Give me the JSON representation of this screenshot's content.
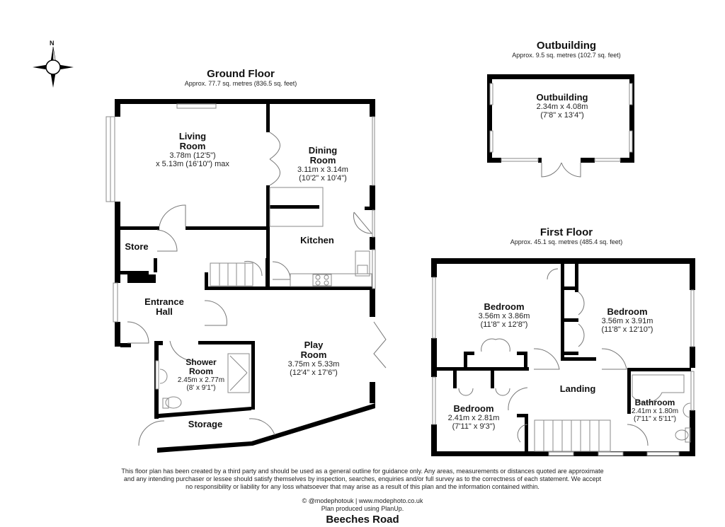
{
  "compass": {
    "icon": "north-compass-icon",
    "label": "N"
  },
  "ground_floor": {
    "title": "Ground Floor",
    "area": "Approx. 77.7 sq. metres (836.5 sq. feet)",
    "rooms": {
      "living_room": {
        "name_line1": "Living",
        "name_line2": "Room",
        "dim1": "3.78m (12'5\")",
        "dim2": "x 5.13m (16'10\") max"
      },
      "dining_room": {
        "name_line1": "Dining",
        "name_line2": "Room",
        "dim1": "3.11m x 3.14m",
        "dim2": "(10'2\" x 10'4\")"
      },
      "kitchen": {
        "name": "Kitchen"
      },
      "store": {
        "name": "Store"
      },
      "entrance_hall": {
        "name_line1": "Entrance",
        "name_line2": "Hall"
      },
      "play_room": {
        "name_line1": "Play",
        "name_line2": "Room",
        "dim1": "3.75m x 5.33m",
        "dim2": "(12'4\" x 17'6\")"
      },
      "shower_room": {
        "name_line1": "Shower",
        "name_line2": "Room",
        "dim1": "2.45m x 2.77m",
        "dim2": "(8' x 9'1\")"
      },
      "storage": {
        "name": "Storage"
      }
    }
  },
  "outbuilding": {
    "title": "Outbuilding",
    "area": "Approx. 9.5 sq. metres (102.7 sq. feet)",
    "room": {
      "name": "Outbuilding",
      "dim1": "2.34m x 4.08m",
      "dim2": "(7'8\" x 13'4\")"
    }
  },
  "first_floor": {
    "title": "First Floor",
    "area": "Approx. 45.1 sq. metres (485.4 sq. feet)",
    "rooms": {
      "bedroom_1": {
        "name": "Bedroom",
        "dim1": "3.56m x 3.86m",
        "dim2": "(11'8\" x 12'8\")"
      },
      "bedroom_2": {
        "name": "Bedroom",
        "dim1": "3.56m x 3.91m",
        "dim2": "(11'8\" x 12'10\")"
      },
      "bedroom_3": {
        "name": "Bedroom",
        "dim1": "2.41m x 2.81m",
        "dim2": "(7'11\" x 9'3\")"
      },
      "landing": {
        "name": "Landing"
      },
      "bathroom": {
        "name": "Bathroom",
        "dim1": "2.41m x 1.80m",
        "dim2": "(7'11\" x 5'11\")"
      }
    }
  },
  "footer": {
    "disclaimer": "This floor plan has been created by a third party and should be used as a general outline for guidance only. Any areas, measurements or distances quoted are approximate and any intending purchaser or lessee should satisfy themselves by inspection, searches, enquiries and/or full survey as to the correctness of each statement. We accept no responsibility or liability for any loss whatsoever that may arise as a result of this plan and the information contained within.",
    "credit_line1": "© @modephotouk | www.modephoto.co.uk",
    "credit_line2": "Plan produced using PlanUp.",
    "address": "Beeches Road"
  },
  "colors": {
    "wall": "#000000",
    "fixture": "#888888",
    "background": "#ffffff"
  }
}
